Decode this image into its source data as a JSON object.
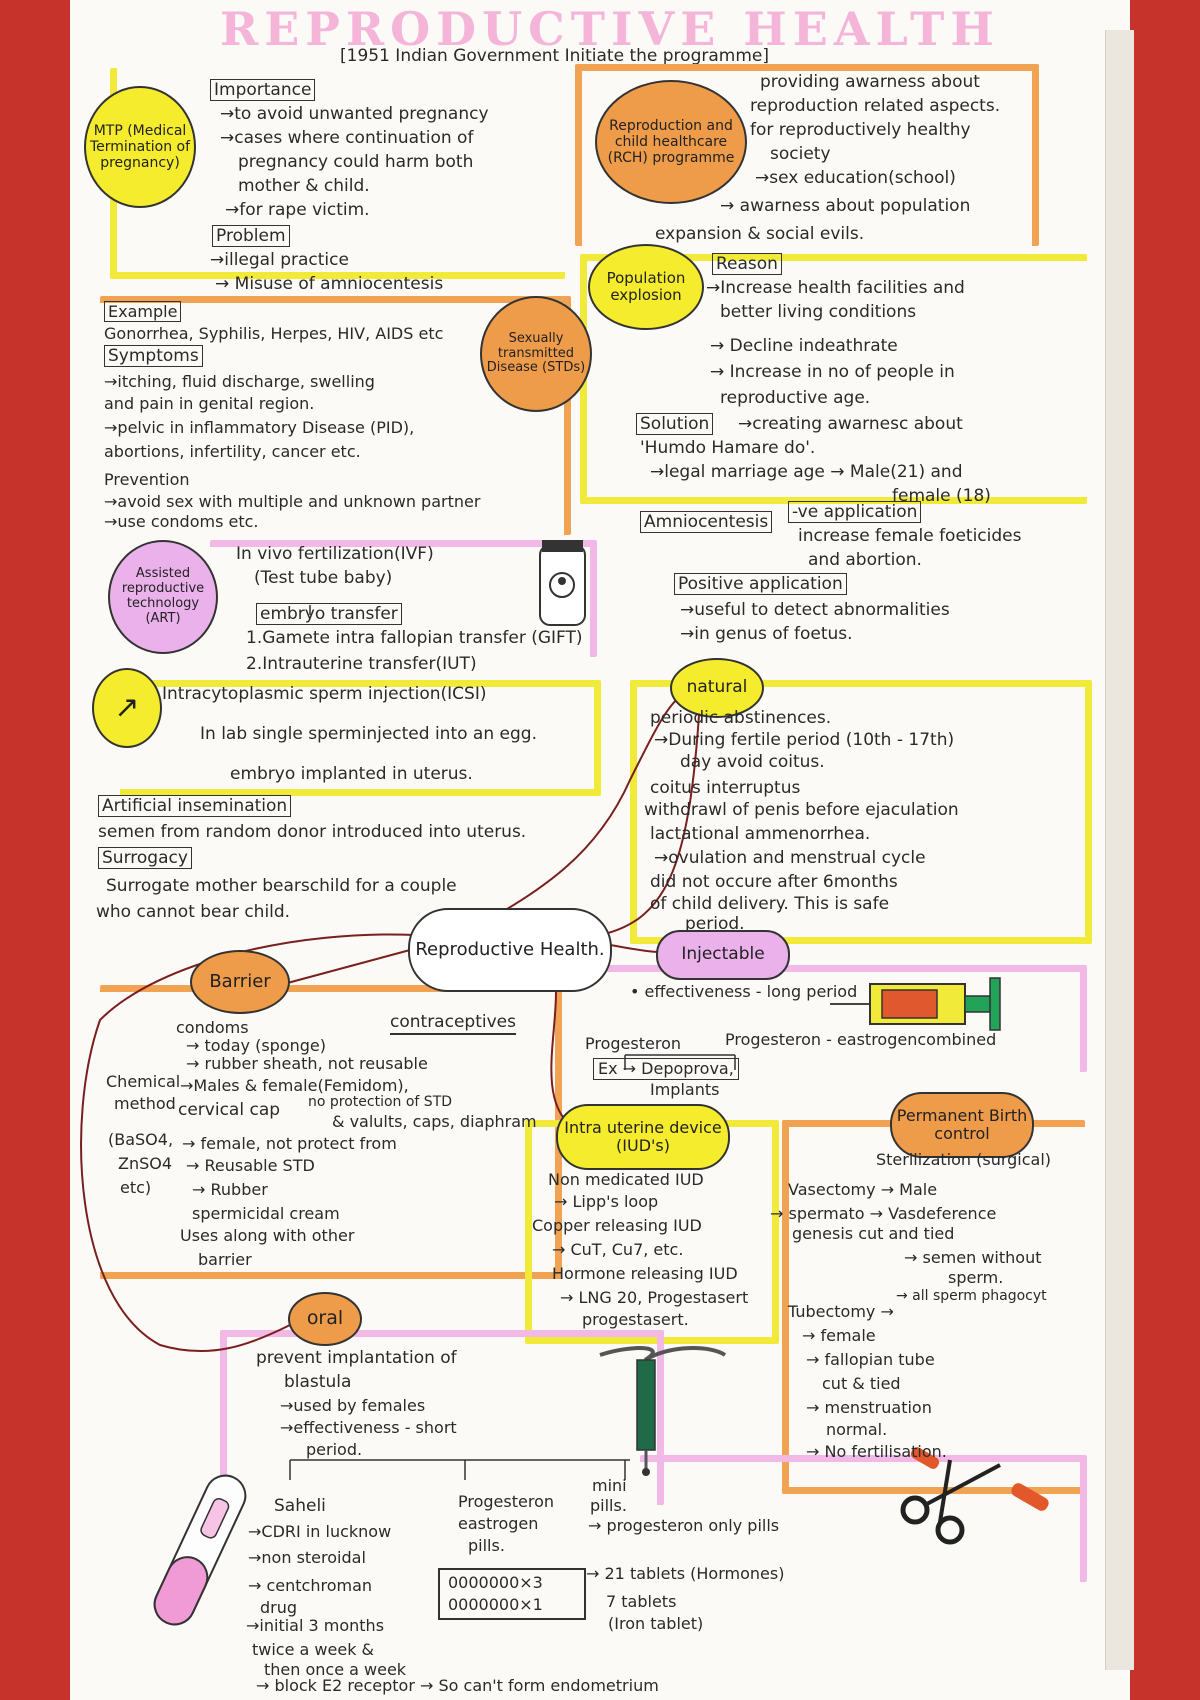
{
  "title": "REPRODUCTIVE HEALTH",
  "subtitle": "[1951 Indian Government Initiate the programme]",
  "mtp": {
    "bubble": "MTP (Medical Termination of pregnancy)",
    "importance_head": "Importance",
    "imp": [
      "→to avoid unwanted pregnancy",
      "→cases where continuation of",
      "pregnancy could harm both",
      "mother & child.",
      "→for rape victim."
    ],
    "problem_head": "Problem",
    "prob": [
      "→illegal practice",
      "→ Misuse of amniocentesis"
    ]
  },
  "rch": {
    "bubble": "Reproduction and child healthcare (RCH) programme",
    "lines": [
      "providing awarness about",
      "reproduction related aspects.",
      "for reproductively healthy",
      "society",
      "→sex education(school)",
      "→ awarness about population",
      "expansion & social evils."
    ]
  },
  "std": {
    "bubble": "Sexually transmitted Disease (STDs)",
    "example_head": "Example",
    "example": "Gonorrhea, Syphilis, Herpes, HIV, AIDS etc",
    "symptoms_head": "Symptoms",
    "sym": [
      "→itching, fluid discharge, swelling",
      "and pain in genital region.",
      "→pelvic in inflammatory Disease (PID),",
      "abortions, infertility, cancer etc."
    ],
    "prevention_head": "Prevention",
    "prev": [
      "→avoid sex with multiple and unknown partner",
      "→use condoms etc."
    ]
  },
  "pop": {
    "bubble": "Population explosion",
    "reason_head": "Reason",
    "reason": [
      "→Increase health facilities and",
      "better living conditions",
      "→ Decline indeathrate",
      "→ Increase in no of people in",
      "reproductive age."
    ],
    "solution_head": "Solution",
    "sol": [
      "→creating awarnesc about",
      "'Humdo Hamare do'.",
      "→legal marriage age → Male(21) and",
      "female (18)"
    ]
  },
  "amnio": {
    "head": "Amniocentesis",
    "neg_head": "-ve application",
    "neg": [
      "increase female foeticides",
      "and abortion."
    ],
    "pos_head": "Positive application",
    "pos": [
      "→useful to detect abnormalities",
      "→in genus of foetus."
    ]
  },
  "art": {
    "bubble": "Assisted reproductive technology (ART)",
    "ivf": "In vivo fertilization(IVF)",
    "ttb": "(Test tube baby)",
    "et": "embryo transfer",
    "l1": "1.Gamete intra fallopian transfer (GIFT)",
    "l2": "2.Intrauterine transfer(IUT)"
  },
  "icsi": {
    "head": "Intracytoplasmic sperm injection(ICSI)",
    "l1": "In lab single sperminjected into an egg.",
    "l2": "embryo implanted in uterus."
  },
  "ai": {
    "head": "Artificial insemination",
    "text": "semen from random donor introduced into uterus.",
    "surrogacy_head": "Surrogacy",
    "s1": "Surrogate mother bearschild for a couple",
    "s2": "who cannot bear child."
  },
  "natural": {
    "bubble": "natural",
    "lines": [
      "periodic abstinences.",
      "→During fertile period (10th - 17th)",
      "day avoid coitus.",
      "coitus interruptus",
      "withdrawl of penis before ejaculation",
      "lactational ammenorrhea.",
      "→ovulation and menstrual cycle",
      "did not occure after 6months",
      "of child delivery. This is safe",
      "period."
    ]
  },
  "center": "Reproductive Health.",
  "contraceptives": "contraceptives",
  "injectable": {
    "bubble": "Injectable",
    "effect": "• effectiveness - long period",
    "b1": "Progesteron",
    "b2": "Progesteron - eastrogencombined",
    "ex": "Ex → Depoprova,",
    "implants": "Implants"
  },
  "barrier": {
    "bubble": "Barrier",
    "chemical": [
      "Chemical",
      "method",
      "(BaSO4,",
      "ZnSO4",
      "etc)"
    ],
    "lines": [
      "condoms",
      "→ today (sponge)",
      "→ rubber sheath, not reusable",
      "→Males & female(Femidom),",
      "cervical cap",
      "no protection of STD",
      "& valults, caps, diaphram",
      "→ female, not protect from",
      "→ Reusable STD",
      "→ Rubber",
      "spermicidal cream",
      "Uses along with other",
      "barrier"
    ]
  },
  "iud": {
    "bubble": "Intra uterine device (IUD's)",
    "lines": [
      "Non medicated IUD",
      "→ Lipp's loop",
      "Copper releasing IUD",
      "→ CuT, Cu7, etc.",
      "Hormone releasing IUD",
      "→ LNG 20, Progestasert",
      "progestasert."
    ]
  },
  "permanent": {
    "bubble": "Permanent Birth control",
    "lines": [
      "Sterilization (surgical)",
      "Vasectomy → Male",
      "→ spermato → Vasdeference",
      "genesis cut and tied",
      "→ semen without",
      "sperm.",
      "→ all sperm phagocyt",
      "Tubectomy →",
      "→ female",
      "→ fallopian tube",
      "cut & tied",
      "→ menstruation",
      "normal.",
      "→ No fertilisation."
    ]
  },
  "oral": {
    "bubble": "oral",
    "lines": [
      "prevent implantation of",
      "blastula",
      "→used by females",
      "→effectiveness - short",
      "period."
    ],
    "saheli": [
      "Saheli",
      "→CDRI in lucknow",
      "→non steroidal",
      "→ centchroman",
      "drug",
      "→initial 3 months",
      "twice a week &",
      "then once a week",
      "→ block E2 receptor → So can't form endometrium"
    ],
    "pe": [
      "Progesteron",
      "eastrogen",
      "pills."
    ],
    "mini": [
      "mini",
      "pills.",
      "→ progesteron only pills"
    ],
    "pack1": "0000000×3",
    "pack2": "0000000×1",
    "t21": "→ 21 tablets (Hormones)",
    "t7": [
      "7 tablets",
      "(Iron tablet)"
    ]
  }
}
